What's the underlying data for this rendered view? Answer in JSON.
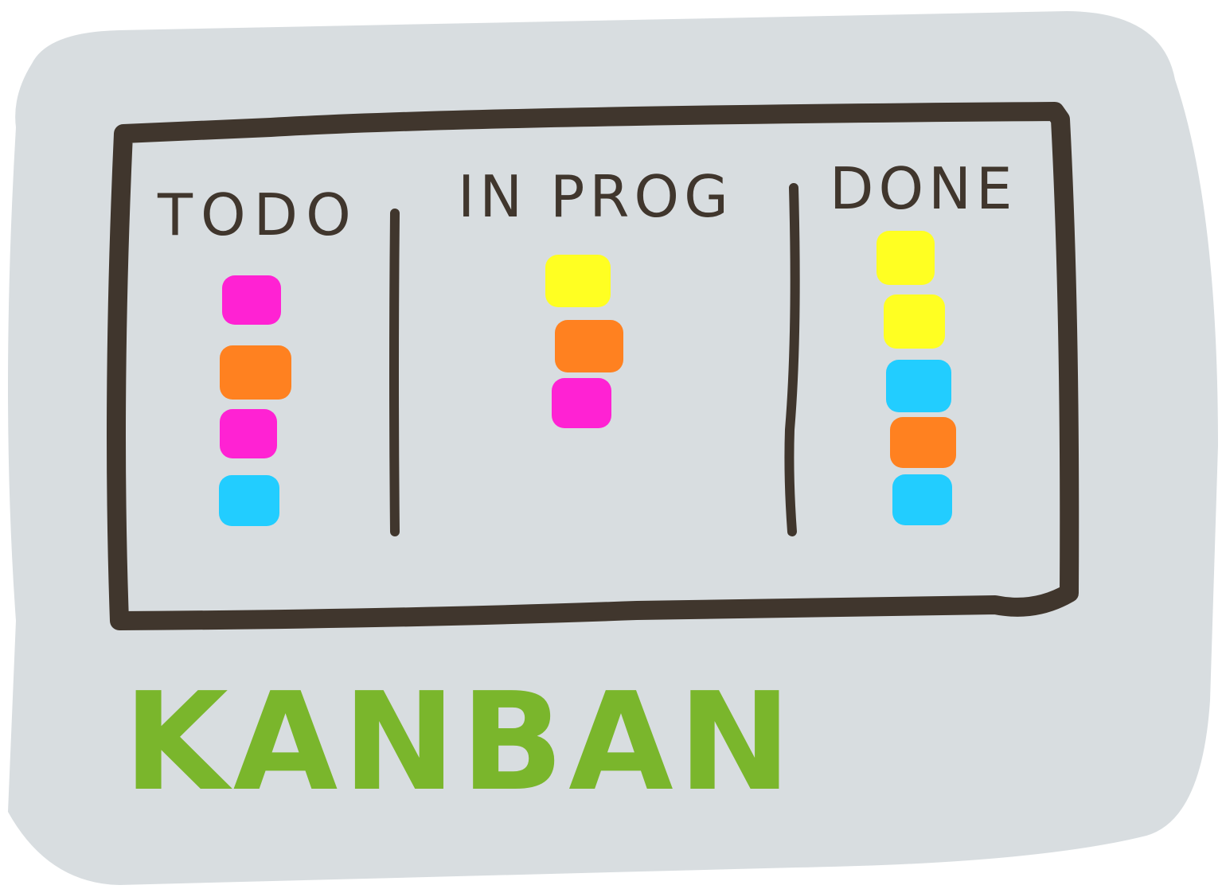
{
  "board": {
    "background_color": "#d8dde0",
    "frame_color": "#40362d",
    "columns": [
      {
        "label": "TODO",
        "notes": [
          "#ff22d3",
          "#ff8120",
          "#ff22d3",
          "#22cdff"
        ]
      },
      {
        "label": "IN PROG",
        "notes": [
          "#ffff22",
          "#ff8120",
          "#ff22d3"
        ]
      },
      {
        "label": "DONE",
        "notes": [
          "#ffff22",
          "#ffff22",
          "#22cdff",
          "#ff8120",
          "#22cdff"
        ]
      }
    ]
  },
  "caption": {
    "text": "KANBAN",
    "color": "#7ab62c"
  }
}
